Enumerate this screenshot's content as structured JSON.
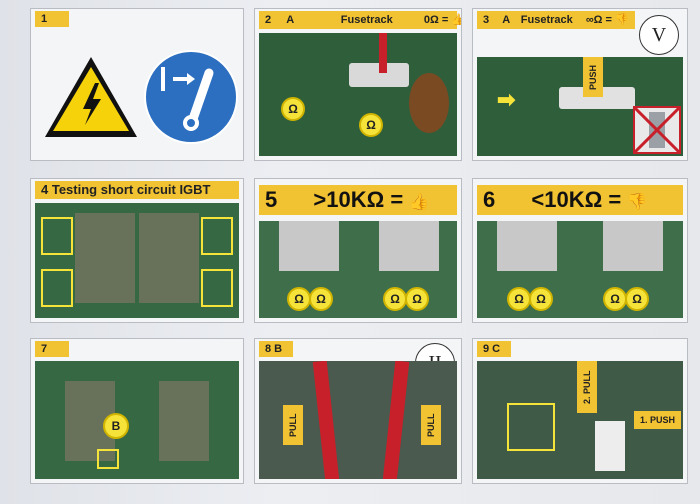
{
  "panels": {
    "p1": {
      "number": "1"
    },
    "p2": {
      "number": "2",
      "letter": "A",
      "title": "Fusetrack",
      "value": "0Ω ="
    },
    "p3": {
      "number": "3",
      "letter": "A",
      "title": "Fusetrack",
      "value": "∞Ω =",
      "roman": "V",
      "push": "PUSH"
    },
    "p4": {
      "title": "4 Testing short circuit IGBT"
    },
    "p5": {
      "number": "5",
      "value": ">10KΩ ="
    },
    "p6": {
      "number": "6",
      "value": "<10KΩ ="
    },
    "p7": {
      "number": "7",
      "marker": "B"
    },
    "p8": {
      "title": "8 B",
      "roman": "II",
      "pull": "PULL"
    },
    "p9": {
      "title": "9 C",
      "pull": "2. PULL",
      "push": "1. PUSH"
    }
  },
  "ohm": "Ω",
  "colors": {
    "accent": "#f1c232",
    "pcb": "#2f5e3b",
    "warning": "#f5d20a",
    "mandatory": "#2c6fc0",
    "wire": "#c8202a"
  }
}
